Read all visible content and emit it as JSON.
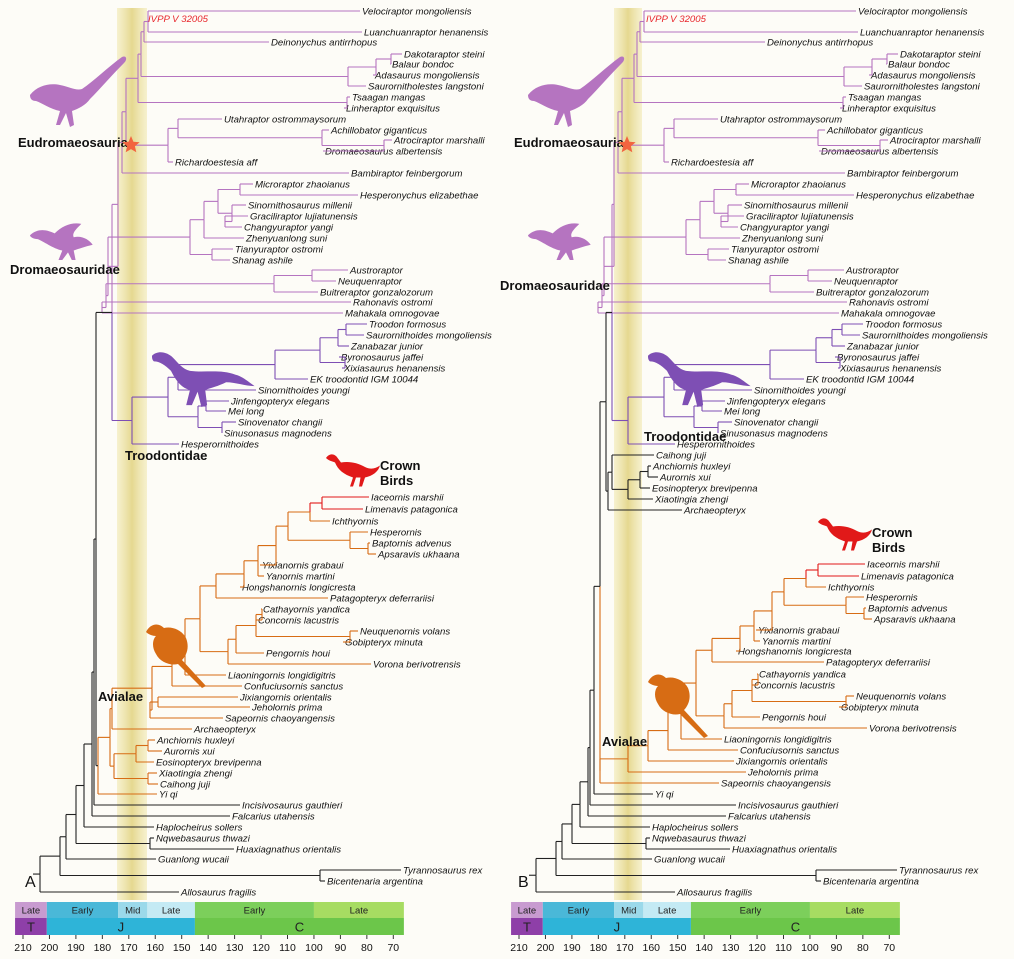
{
  "panels": [
    "A",
    "B"
  ],
  "specimen_label": "IVPP V 32005",
  "clades": {
    "eudromaeosauria": "Eudromaeosauria",
    "dromaeosauridae": "Dromaeosauridae",
    "troodontidae": "Troodontidae",
    "avialae": "Avialae",
    "crown_birds_1": "Crown",
    "crown_birds_2": "Birds"
  },
  "colors": {
    "dromaeosaurid": "#b574c0",
    "troodontid": "#7e4fb4",
    "avialan": "#d76c14",
    "crown_birds": "#e11919",
    "stem": "#222222",
    "highlight_band": "#ece3a6",
    "star": "#f2643f"
  },
  "icons": [
    "eudromaeosaur-silhouette-icon",
    "microraptorine-silhouette-icon",
    "troodontid-silhouette-icon",
    "crown-bird-silhouette-icon",
    "enantiornithine-silhouette-icon",
    "star-icon"
  ],
  "taxa": {
    "velociraptor": "Velociraptor mongoliensis",
    "luanchuanraptor": "Luanchuanraptor henanensis",
    "deinonychus": "Deinonychus antirrhopus",
    "dakotaraptor": "Dakotaraptor steini",
    "balaur": "Balaur bondoc",
    "adasaurus": "Adasaurus mongoliensis",
    "saurornitholestes": "Saurornitholestes langstoni",
    "tsaagan": "Tsaagan mangas",
    "linheraptor": "Linheraptor exquisitus",
    "utahraptor": "Utahraptor ostrommaysorum",
    "achillobator": "Achillobator giganticus",
    "atrociraptor": "Atrociraptor marshalli",
    "dromaeosaurus": "Dromaeosaurus albertensis",
    "richardoestesia": "Richardoestesia aff",
    "bambiraptor": "Bambiraptor feinbergorum",
    "microraptor": "Microraptor zhaoianus",
    "hesperonychus": "Hesperonychus elizabethae",
    "sinornithosaurus": "Sinornithosaurus millenii",
    "graciliraptor": "Graciliraptor lujiatunensis",
    "changyuraptor": "Changyuraptor yangi",
    "zhenyuanlong": "Zhenyuanlong suni",
    "tianyuraptor": "Tianyuraptor ostromi",
    "shanag": "Shanag ashile",
    "austroraptor": "Austroraptor",
    "neuquenraptor": "Neuquenraptor",
    "buitreraptor": "Buitreraptor gonzalozorum",
    "rahonavis": "Rahonavis ostromi",
    "mahakala": "Mahakala omnogovae",
    "troodon": "Troodon formosus",
    "saurornithoides": "Saurornithoides mongoliensis",
    "zanabazar": "Zanabazar junior",
    "byronosaurus": "Byronosaurus jaffei",
    "xixiasaurus": "Xixiasaurus henanensis",
    "ek_troodontid": "EK troodontid IGM 10044",
    "sinornithoides": "Sinornithoides youngi",
    "jinfengopteryx": "Jinfengopteryx elegans",
    "mei": "Mei long",
    "sinovenator": "Sinovenator changii",
    "sinusonasus": "Sinusonasus magnodens",
    "hesperornithoides": "Hesperornithoides",
    "caihong": "Caihong juji",
    "anchiornis": "Anchiornis huxleyi",
    "aurornis": "Aurornis xui",
    "eosinopteryx": "Eosinopteryx brevipenna",
    "xiaotingia": "Xiaotingia zhengi",
    "archaeopteryx": "Archaeopteryx",
    "iaceornis": "Iaceornis marshii",
    "limenavis": "Limenavis patagonica",
    "ichthyornis": "Ichthyornis",
    "hesperornis": "Hesperornis",
    "baptornis": "Baptornis advenus",
    "apsaravis": "Apsaravis ukhaana",
    "yixianornis": "Yixianornis grabaui",
    "yanornis": "Yanornis martini",
    "hongshanornis": "Hongshanornis longicresta",
    "patagopteryx": "Patagopteryx deferrariisi",
    "cathayornis": "Cathayornis yandica",
    "concornis": "Concornis lacustris",
    "neuquenornis": "Neuquenornis volans",
    "gobipteryx": "Gobipteryx minuta",
    "pengornis": "Pengornis houi",
    "vorona": "Vorona berivotrensis",
    "liaoningornis": "Liaoningornis longidigitris",
    "confuciusornis": "Confuciusornis sanctus",
    "jixiangornis": "Jixiangornis orientalis",
    "jeholornis": "Jeholornis prima",
    "sapeornis": "Sapeornis chaoyangensis",
    "yi": "Yi qi",
    "incisivosaurus": "Incisivosaurus gauthieri",
    "falcarius": "Falcarius utahensis",
    "haplocheirus": "Haplocheirus sollers",
    "nqwebasaurus": "Nqwebasaurus thwazi",
    "huaxiagnathus": "Huaxiagnathus orientalis",
    "guanlong": "Guanlong wucaii",
    "tyrannosaurus": "Tyrannosaurus rex",
    "bicentenaria": "Bicentenaria argentina",
    "allosaurus": "Allosaurus fragilis"
  },
  "timescale": {
    "epochs": [
      "Late",
      "Early",
      "Mid",
      "Late",
      "Early",
      "Late"
    ],
    "periods": [
      "T",
      "J",
      "C"
    ],
    "ticks": [
      "210",
      "200",
      "190",
      "180",
      "170",
      "160",
      "150",
      "140",
      "130",
      "120",
      "110",
      "100",
      "90",
      "80",
      "70"
    ]
  }
}
